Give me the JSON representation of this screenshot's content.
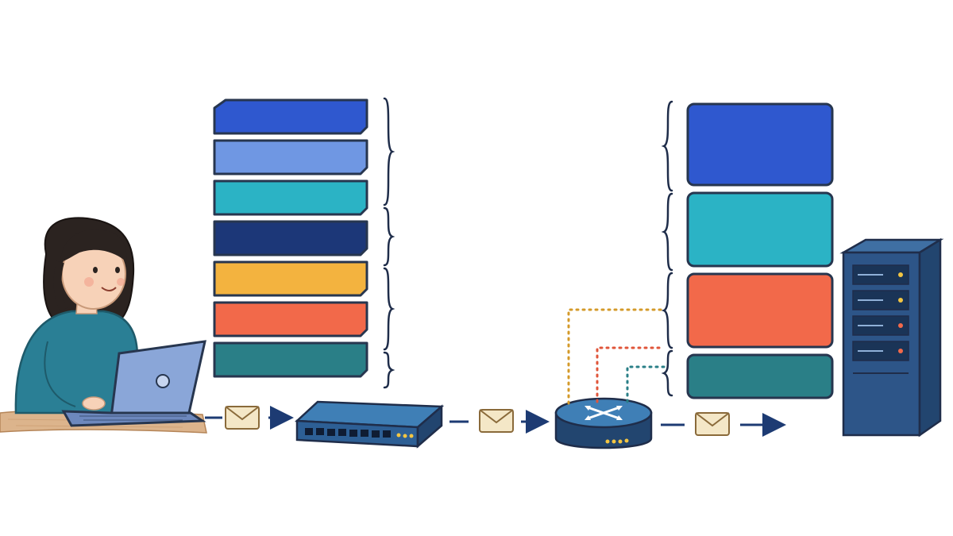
{
  "palette": {
    "ink": "#1f2d4a",
    "outline": "#27364f",
    "arrow": "#1d3b73",
    "layer_blue": "#2f58cf",
    "layer_light_blue": "#6f97e3",
    "layer_cyan": "#2bb3c5",
    "layer_navy": "#1c3778",
    "layer_yellow": "#f3b33f",
    "layer_orange": "#f2694a",
    "layer_teal": "#2a7f87",
    "device_blue": "#2d5f95",
    "device_dark": "#22456f",
    "skin": "#f7d2b8",
    "hair": "#2b2320",
    "sweater": "#2a7f95",
    "laptop": "#8aa6d8",
    "desk": "#c9986b",
    "envelope": "#f4e7c7"
  },
  "scene": {
    "description_icons": [
      "person-icon",
      "laptop-icon",
      "envelope-icon",
      "switch-icon",
      "router-icon",
      "server-icon"
    ],
    "left_stack": {
      "layers": [
        {
          "name": "layer-1",
          "color": "layer_blue"
        },
        {
          "name": "layer-2",
          "color": "layer_light_blue"
        },
        {
          "name": "layer-3",
          "color": "layer_cyan"
        },
        {
          "name": "layer-4",
          "color": "layer_navy"
        },
        {
          "name": "layer-5",
          "color": "layer_yellow"
        },
        {
          "name": "layer-6",
          "color": "layer_orange"
        },
        {
          "name": "layer-7",
          "color": "layer_teal"
        }
      ],
      "brace_groups": 4
    },
    "right_stack": {
      "layers": [
        {
          "name": "layer-a",
          "color": "layer_blue"
        },
        {
          "name": "layer-b",
          "color": "layer_cyan"
        },
        {
          "name": "layer-c",
          "color": "layer_orange"
        },
        {
          "name": "layer-d",
          "color": "layer_teal"
        }
      ],
      "brace_groups": 4
    },
    "connectors": {
      "dotted_colors": [
        "#d49a2a",
        "#e0553a",
        "#2a7f87"
      ]
    }
  }
}
